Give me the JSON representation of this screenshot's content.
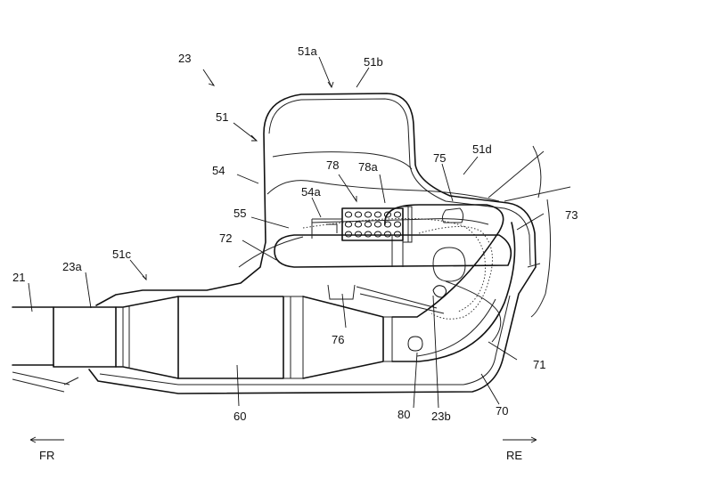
{
  "labels": {
    "l23": "23",
    "l51a": "51a",
    "l51b": "51b",
    "l51": "51",
    "l51d": "51d",
    "l54": "54",
    "l78": "78",
    "l78a": "78a",
    "l75": "75",
    "l54a": "54a",
    "l73": "73",
    "l55": "55",
    "l72": "72",
    "l51c": "51c",
    "l21": "21",
    "l23a": "23a",
    "l76": "76",
    "l71": "71",
    "l60": "60",
    "l80": "80",
    "l23b": "23b",
    "l70": "70"
  },
  "directions": {
    "front": "FR",
    "rear": "RE"
  }
}
